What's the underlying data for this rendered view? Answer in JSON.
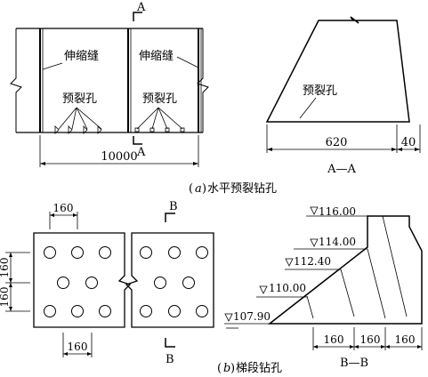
{
  "top_left": {
    "label_joint": "伸缩缝",
    "label_holes": "预裂孔",
    "section_mark": "A",
    "dimension": "10000"
  },
  "top_right": {
    "label_holes": "预裂孔",
    "dim_main": "620",
    "dim_side": "40",
    "section_title": "A—A"
  },
  "caption_a": {
    "letter": "a",
    "text": "水平预裂钻孔"
  },
  "bottom_left": {
    "dim_top": "160",
    "dim_left_1": "160",
    "dim_left_2": "160",
    "dim_bottom": "160",
    "section_mark": "B"
  },
  "bottom_right": {
    "elevations": [
      "116.00",
      "114.00",
      "112.40",
      "110.00",
      "107.90"
    ],
    "dims": [
      "160",
      "160",
      "160"
    ],
    "section_title": "B—B"
  },
  "caption_b": {
    "letter": "b",
    "text": "梯段钻孔"
  }
}
